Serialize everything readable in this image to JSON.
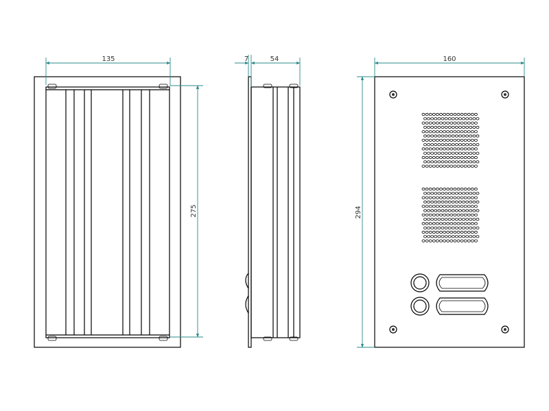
{
  "dimensions": {
    "front_width": "135",
    "side_frame": "7",
    "side_depth": "54",
    "plate_width": "160",
    "front_height": "275",
    "plate_height": "294"
  },
  "colors": {
    "dimension": "#2a8a8a",
    "line": "#000000"
  },
  "plate": {
    "speaker_grilles": 2,
    "call_buttons": 2,
    "mounting_screws": 4
  }
}
